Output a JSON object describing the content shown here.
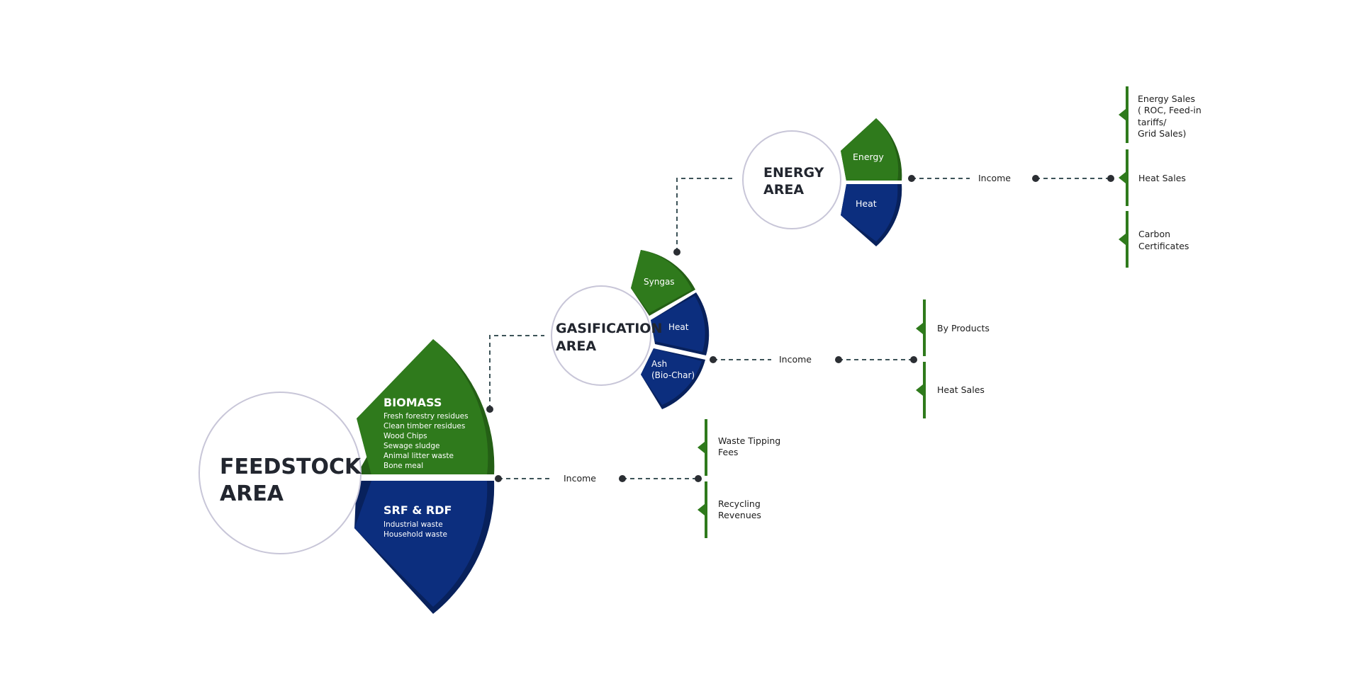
{
  "colors": {
    "green": "#2f7a1c",
    "green_dark": "#245f15",
    "blue": "#0c2e7e",
    "blue_dark": "#08215c",
    "circle_border": "#c8c6d8",
    "connector": "#3d5358",
    "dot": "#2b2e33"
  },
  "feedstock": {
    "title": [
      "FEEDSTOCK",
      "AREA"
    ],
    "biomass": {
      "title": "BIOMASS",
      "items": [
        "Fresh forestry residues",
        "Clean timber residues",
        "Wood Chips",
        "Sewage sludge",
        "Animal litter waste",
        "Bone meal"
      ]
    },
    "srf": {
      "title": "SRF & RDF",
      "items": [
        "Industrial waste",
        "Household waste"
      ]
    },
    "income": "Income",
    "revenues": [
      [
        "Waste Tipping",
        "Fees"
      ],
      [
        "Recycling",
        "Revenues"
      ]
    ]
  },
  "gasification": {
    "title": [
      "GASIFICATION",
      "AREA"
    ],
    "syngas": "Syngas",
    "heat": "Heat",
    "ash": [
      "Ash",
      "(Bio-Char)"
    ],
    "income": "Income",
    "revenues": [
      [
        "By Products"
      ],
      [
        "Heat Sales"
      ]
    ]
  },
  "energy": {
    "title": [
      "ENERGY",
      "AREA"
    ],
    "energy": "Energy",
    "heat": "Heat",
    "income": "Income",
    "revenues": [
      [
        "Energy Sales",
        "( ROC, Feed-in",
        "tariffs/",
        "Grid Sales)"
      ],
      [
        "Heat Sales"
      ],
      [
        "Carbon",
        "Certificates"
      ]
    ]
  }
}
